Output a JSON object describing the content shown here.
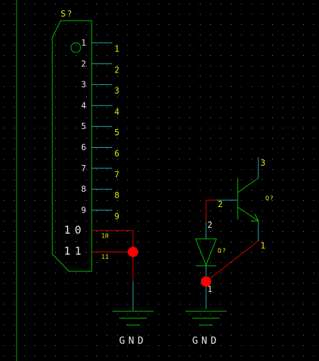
{
  "colors": {
    "background": "#000000",
    "grid_dot": "#9a9a9a",
    "border": "#00b000",
    "component": "#00c800",
    "wire_teal": "#2ab0b0",
    "wire_red": "#e00000",
    "label_yellow": "#e6e600",
    "pin_number": "#e6e6e6",
    "junction": "#ff0000"
  },
  "connector": {
    "reference": "S?",
    "pins": [
      {
        "pin": "1",
        "net": "1"
      },
      {
        "pin": "2",
        "net": "2"
      },
      {
        "pin": "3",
        "net": "3"
      },
      {
        "pin": "4",
        "net": "4"
      },
      {
        "pin": "5",
        "net": "5"
      },
      {
        "pin": "6",
        "net": "6"
      },
      {
        "pin": "7",
        "net": "7"
      },
      {
        "pin": "8",
        "net": "8"
      },
      {
        "pin": "9",
        "net": "9"
      },
      {
        "pin": "10",
        "net": "10"
      },
      {
        "pin": "11",
        "net": "11"
      }
    ]
  },
  "diode": {
    "reference": "D?",
    "pin_anode": "2",
    "pin_cathode": "1"
  },
  "transistor": {
    "reference": "Q?",
    "pin_collector": "3",
    "pin_base": "2",
    "pin_emitter": "1"
  },
  "ground_left": {
    "label": "GND"
  },
  "ground_right": {
    "label": "GND"
  }
}
